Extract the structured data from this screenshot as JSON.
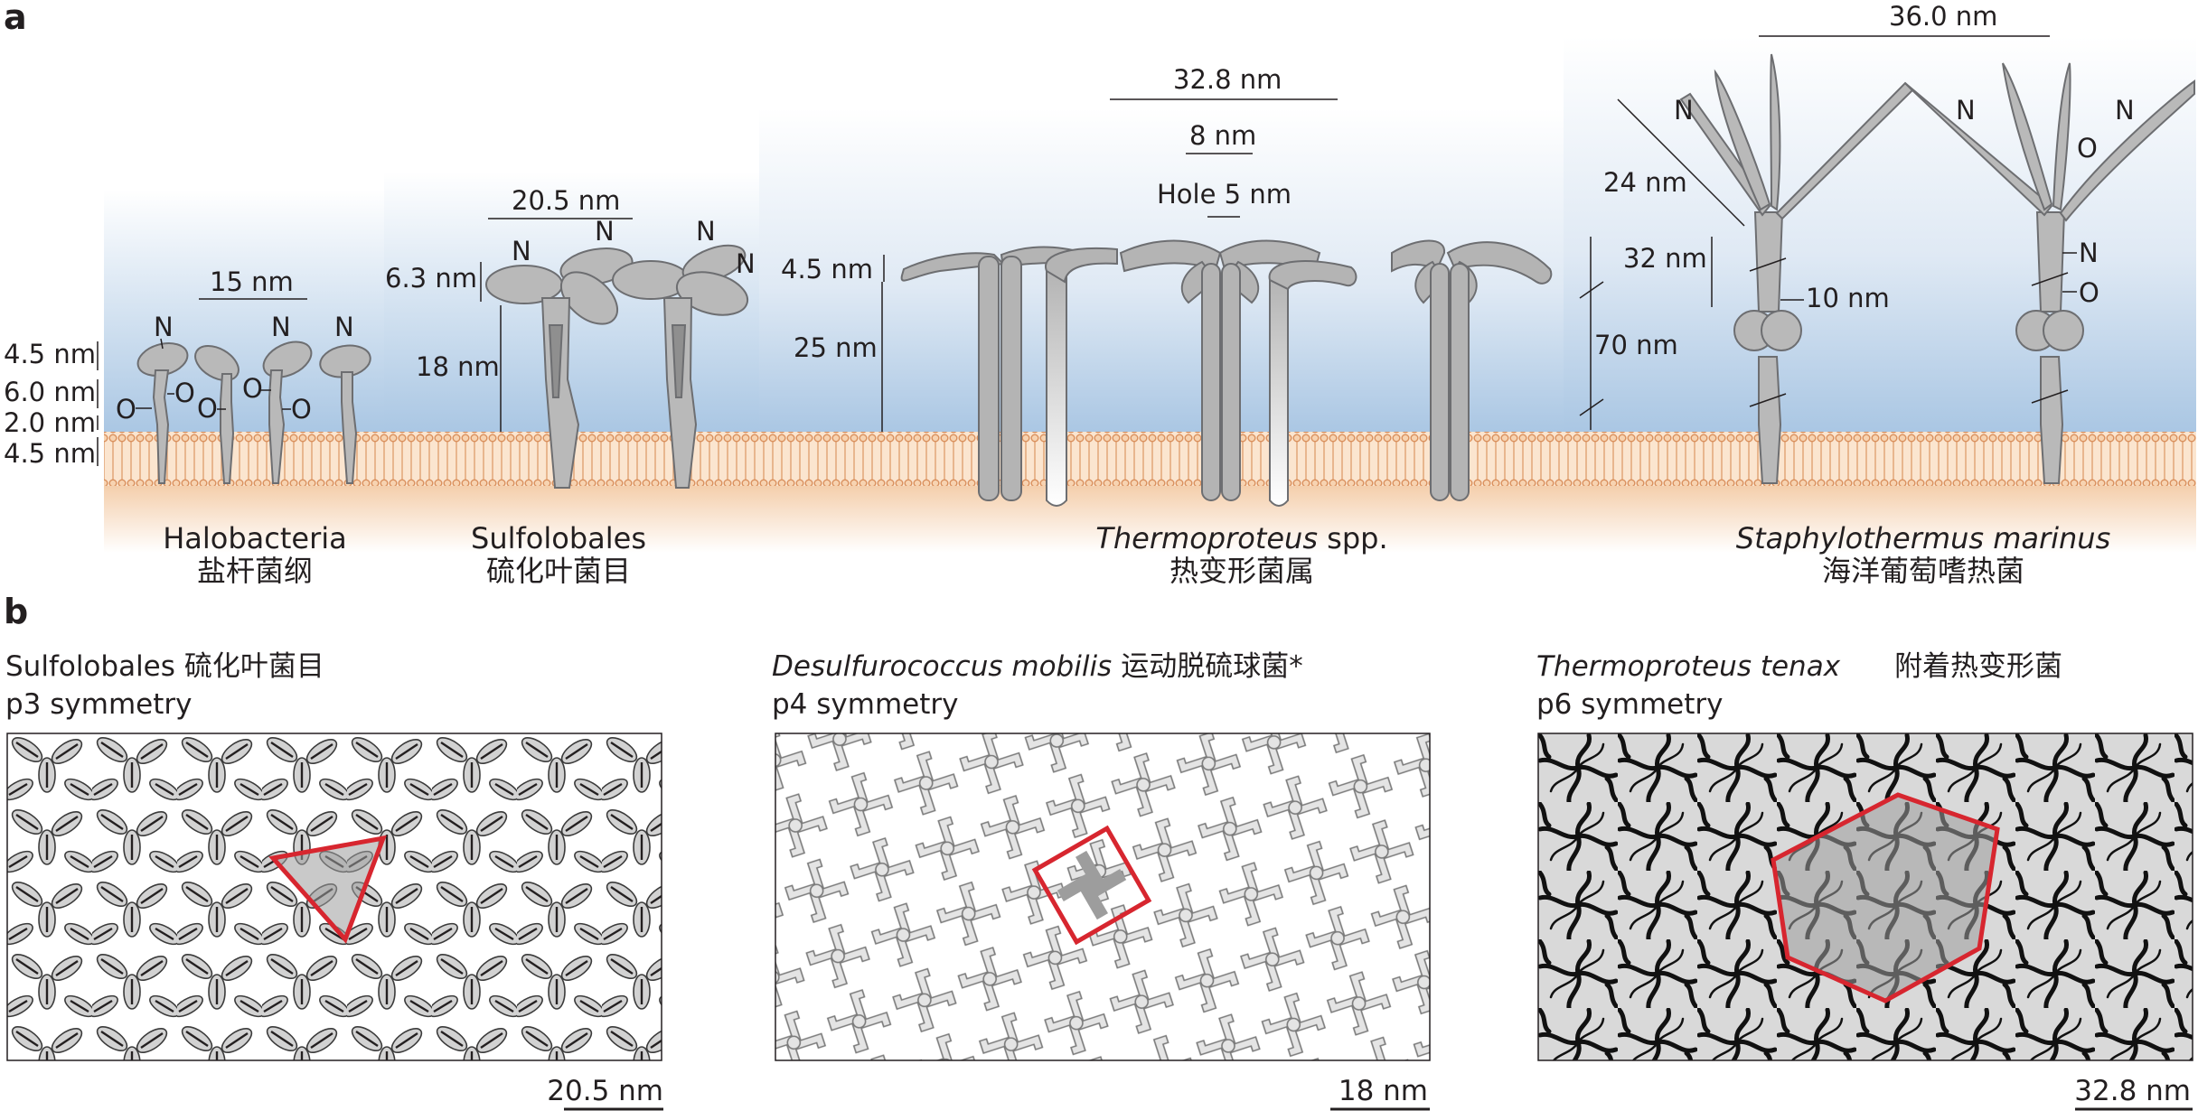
{
  "panel_a": {
    "letter": "a",
    "halobacteria": {
      "name": "Halobacteria",
      "name_cn": "盐杆菌纲",
      "width": "15 nm",
      "heights": [
        "4.5 nm",
        "6.0 nm",
        "2.0 nm",
        "4.5 nm"
      ],
      "n_label": "N",
      "o_label": "O"
    },
    "sulfolobales": {
      "name": "Sulfolobales",
      "name_cn": "硫化叶菌目",
      "width": "20.5 nm",
      "head": "6.3 nm",
      "stalk": "18 nm",
      "n_label": "N"
    },
    "thermoproteus": {
      "name_italic": "Thermoproteus",
      "name_suffix": " spp.",
      "name_cn": "热变形菌属",
      "lattice": "32.8 nm",
      "small": "8 nm",
      "hole": "Hole 5 nm",
      "head": "4.5 nm",
      "stalk": "25 nm"
    },
    "staphylothermus": {
      "name": "Staphylothermus marinus",
      "name_cn": "海洋葡萄嗜热菌",
      "span": "36.0 nm",
      "arm": "24 nm",
      "upper": "32 nm",
      "body": "10 nm",
      "stalk": "70 nm",
      "n_label": "N",
      "o_label": "O"
    }
  },
  "panel_b": {
    "letter": "b",
    "panels": [
      {
        "organism": "Sulfolobales",
        "organism_cn": "硫化叶菌目",
        "symmetry": "p3 symmetry",
        "scale": "20.5 nm",
        "italic": false
      },
      {
        "organism": "Desulfurococcus mobilis",
        "organism_cn": "运动脱硫球菌*",
        "symmetry": "p4 symmetry",
        "scale": "18 nm",
        "italic": true
      },
      {
        "organism": "Thermoproteus tenax",
        "organism_cn": "附着热变形菌",
        "symmetry": "p6 symmetry",
        "scale": "32.8 nm",
        "italic": true
      }
    ]
  },
  "colors": {
    "protein": "#b9b9b9",
    "protein_edge": "#6d6e71",
    "membrane": "#f2c49a",
    "sky": "#a9c6e3",
    "highlight": "#d7262f",
    "ink": "#231f20"
  }
}
